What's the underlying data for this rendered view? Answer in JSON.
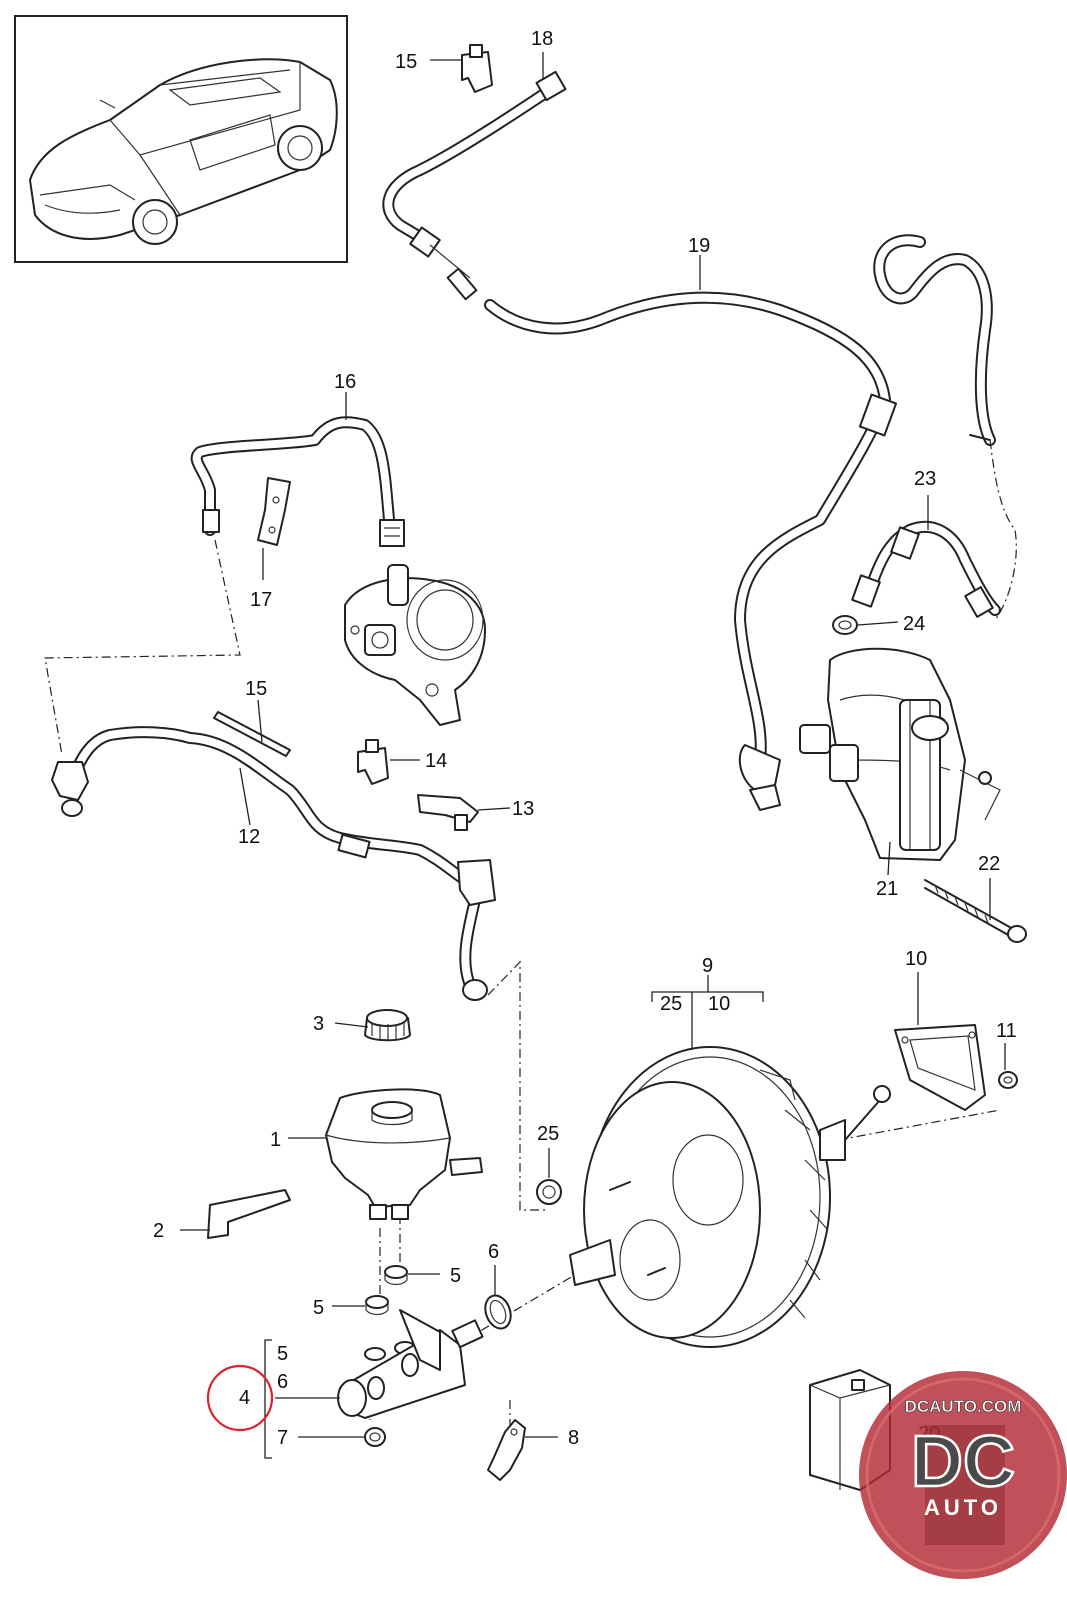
{
  "callouts": [
    {
      "id": "c1",
      "text": "1"
    },
    {
      "id": "c2",
      "text": "2"
    },
    {
      "id": "c3",
      "text": "3"
    },
    {
      "id": "c4",
      "text": "4"
    },
    {
      "id": "c5a",
      "text": "5"
    },
    {
      "id": "c5b",
      "text": "5"
    },
    {
      "id": "c5c",
      "text": "5"
    },
    {
      "id": "c6a",
      "text": "6"
    },
    {
      "id": "c6b",
      "text": "6"
    },
    {
      "id": "c7",
      "text": "7"
    },
    {
      "id": "c8",
      "text": "8"
    },
    {
      "id": "c9",
      "text": "9"
    },
    {
      "id": "c10a",
      "text": "10"
    },
    {
      "id": "c10b",
      "text": "10"
    },
    {
      "id": "c11",
      "text": "11"
    },
    {
      "id": "c12",
      "text": "12"
    },
    {
      "id": "c13",
      "text": "13"
    },
    {
      "id": "c14",
      "text": "14"
    },
    {
      "id": "c15a",
      "text": "15"
    },
    {
      "id": "c15b",
      "text": "15"
    },
    {
      "id": "c16",
      "text": "16"
    },
    {
      "id": "c17",
      "text": "17"
    },
    {
      "id": "c18",
      "text": "18"
    },
    {
      "id": "c19",
      "text": "19"
    },
    {
      "id": "c20",
      "text": "20"
    },
    {
      "id": "c21",
      "text": "21"
    },
    {
      "id": "c22",
      "text": "22"
    },
    {
      "id": "c23",
      "text": "23"
    },
    {
      "id": "c24",
      "text": "24"
    },
    {
      "id": "c25a",
      "text": "25"
    },
    {
      "id": "c25b",
      "text": "25"
    }
  ],
  "watermark": {
    "site": "DCAUTO.COM",
    "mark": "DC",
    "word": "AUTO"
  },
  "colors": {
    "ink": "#222222",
    "highlight_circle": "#d9232d",
    "badge_red": "#b22a35",
    "badge_gray": "#4a4a4a"
  }
}
